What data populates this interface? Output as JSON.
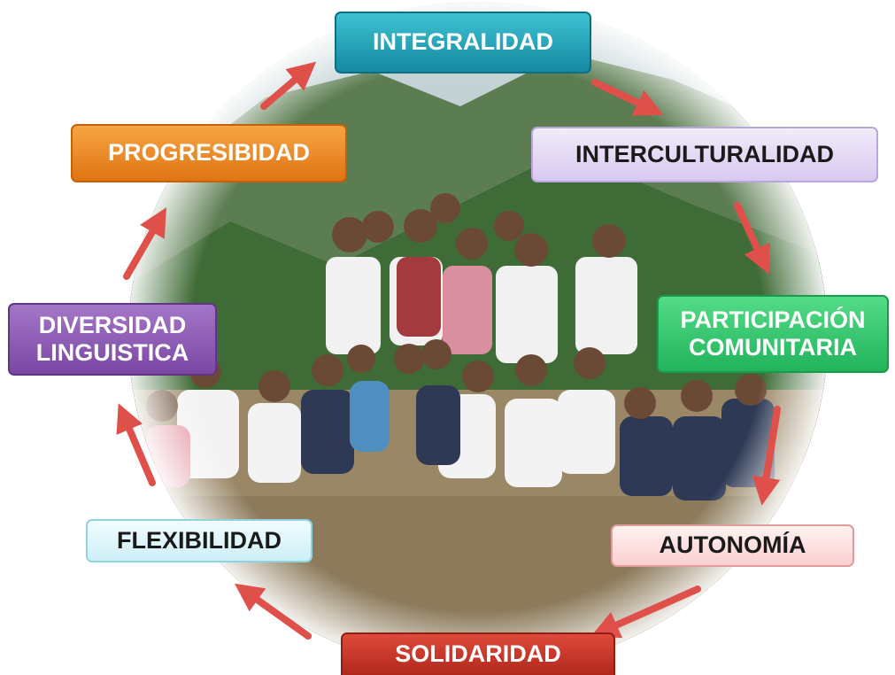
{
  "diagram": {
    "nodes": [
      {
        "id": "integralidad",
        "label": "INTEGRALIDAD",
        "fill": "#1aa6b8",
        "text_color": "#ffffff"
      },
      {
        "id": "interculturalidad",
        "label": "INTERCULTURALIDAD",
        "fill": "#e6dcf5",
        "text_color": "#1a1a1a"
      },
      {
        "id": "participacion",
        "label_lines": [
          "PARTICIPACIÓN",
          "COMUNITARIA"
        ],
        "fill": "#2ecc71",
        "text_color": "#ffffff"
      },
      {
        "id": "autonomia",
        "label": "AUTONOMÍA",
        "fill": "#fde0e0",
        "text_color": "#1a1a1a"
      },
      {
        "id": "solidaridad",
        "label": "SOLIDARIDAD",
        "fill": "#c0392b",
        "text_color": "#ffffff"
      },
      {
        "id": "flexibilidad",
        "label": "FLEXIBILIDAD",
        "fill": "#dff6fb",
        "text_color": "#1a1a1a"
      },
      {
        "id": "diversidad",
        "label_lines": [
          "DIVERSIDAD",
          "LINGUISTICA"
        ],
        "fill": "#8e5bb5",
        "text_color": "#ffffff"
      },
      {
        "id": "progresibidad",
        "label": "PROGRESIBIDAD",
        "fill": "#f08a1c",
        "text_color": "#ffffff"
      }
    ],
    "edges": [
      {
        "from": "progresibidad",
        "to": "integralidad"
      },
      {
        "from": "integralidad",
        "to": "interculturalidad"
      },
      {
        "from": "interculturalidad",
        "to": "participacion"
      },
      {
        "from": "participacion",
        "to": "autonomia"
      },
      {
        "from": "autonomia",
        "to": "solidaridad"
      },
      {
        "from": "solidaridad",
        "to": "flexibilidad"
      },
      {
        "from": "flexibilidad",
        "to": "diversidad"
      },
      {
        "from": "diversidad",
        "to": "progresibidad"
      }
    ],
    "arrow_color": "#e0504a",
    "photo": {
      "description_icon": "group-of-schoolchildren-photo"
    }
  }
}
